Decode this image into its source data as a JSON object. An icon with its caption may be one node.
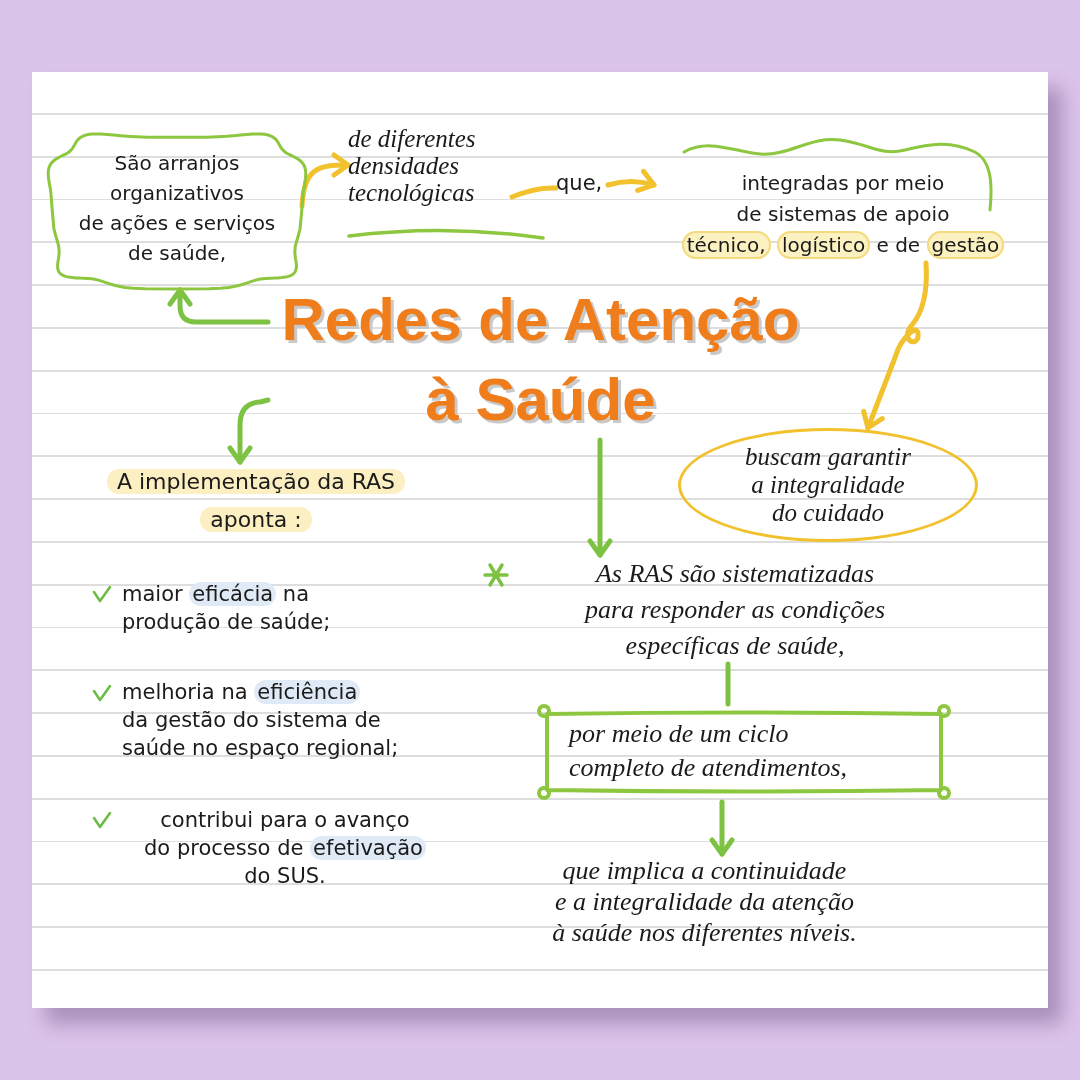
{
  "diagram": {
    "nodes": [
      {
        "text": [
          "Redes de Atenção à Saúde"
        ]
      },
      {
        "text": [
          "São arranjos organizativos de ações e serviços de saúde,"
        ]
      },
      {
        "text": [
          "de diferentes densidades tecnológicas"
        ]
      },
      {
        "text": [
          "que,"
        ]
      },
      {
        "text": [
          "integradas por meio de sistemas de apoio técnico, logístico e de gestão"
        ]
      },
      {
        "text": [
          "buscam garantir a integralidade do cuidado"
        ]
      },
      {
        "text": [
          "A implementação da RAS aponta :"
        ]
      },
      {
        "text": [
          "As RAS são sistematizadas para responder as condições específicas de saúde,"
        ]
      },
      {
        "text": [
          "por meio de um ciclo completo de atendimentos,"
        ]
      },
      {
        "text": [
          "que implica a continuidade e a integralidade da atenção à saúde nos diferentes níveis."
        ]
      }
    ],
    "edges": [
      {
        "from": 0,
        "to": 1,
        "arrow": "to"
      },
      {
        "from": 1,
        "to": 2,
        "arrow": "to",
        "color": "#f2c12e"
      },
      {
        "from": 2,
        "to": 3,
        "arrow": "none",
        "color": "#f2c12e"
      },
      {
        "from": 3,
        "to": 4,
        "arrow": "to",
        "color": "#f2c12e"
      },
      {
        "from": 4,
        "to": 5,
        "arrow": "to",
        "color": "#f2c12e"
      },
      {
        "from": 0,
        "to": 6,
        "arrow": "to"
      },
      {
        "from": 0,
        "to": 7,
        "arrow": "to"
      },
      {
        "from": 7,
        "to": 8,
        "arrow": "none"
      },
      {
        "from": 8,
        "to": 9,
        "arrow": "to"
      }
    ],
    "labels": [
      "maior eficácia na produção de saúde;",
      "melhoria na eficiência da gestão do sistema de saúde no espaço regional;",
      "contribui para o avanço do processo de efetivação do SUS."
    ]
  }
}
